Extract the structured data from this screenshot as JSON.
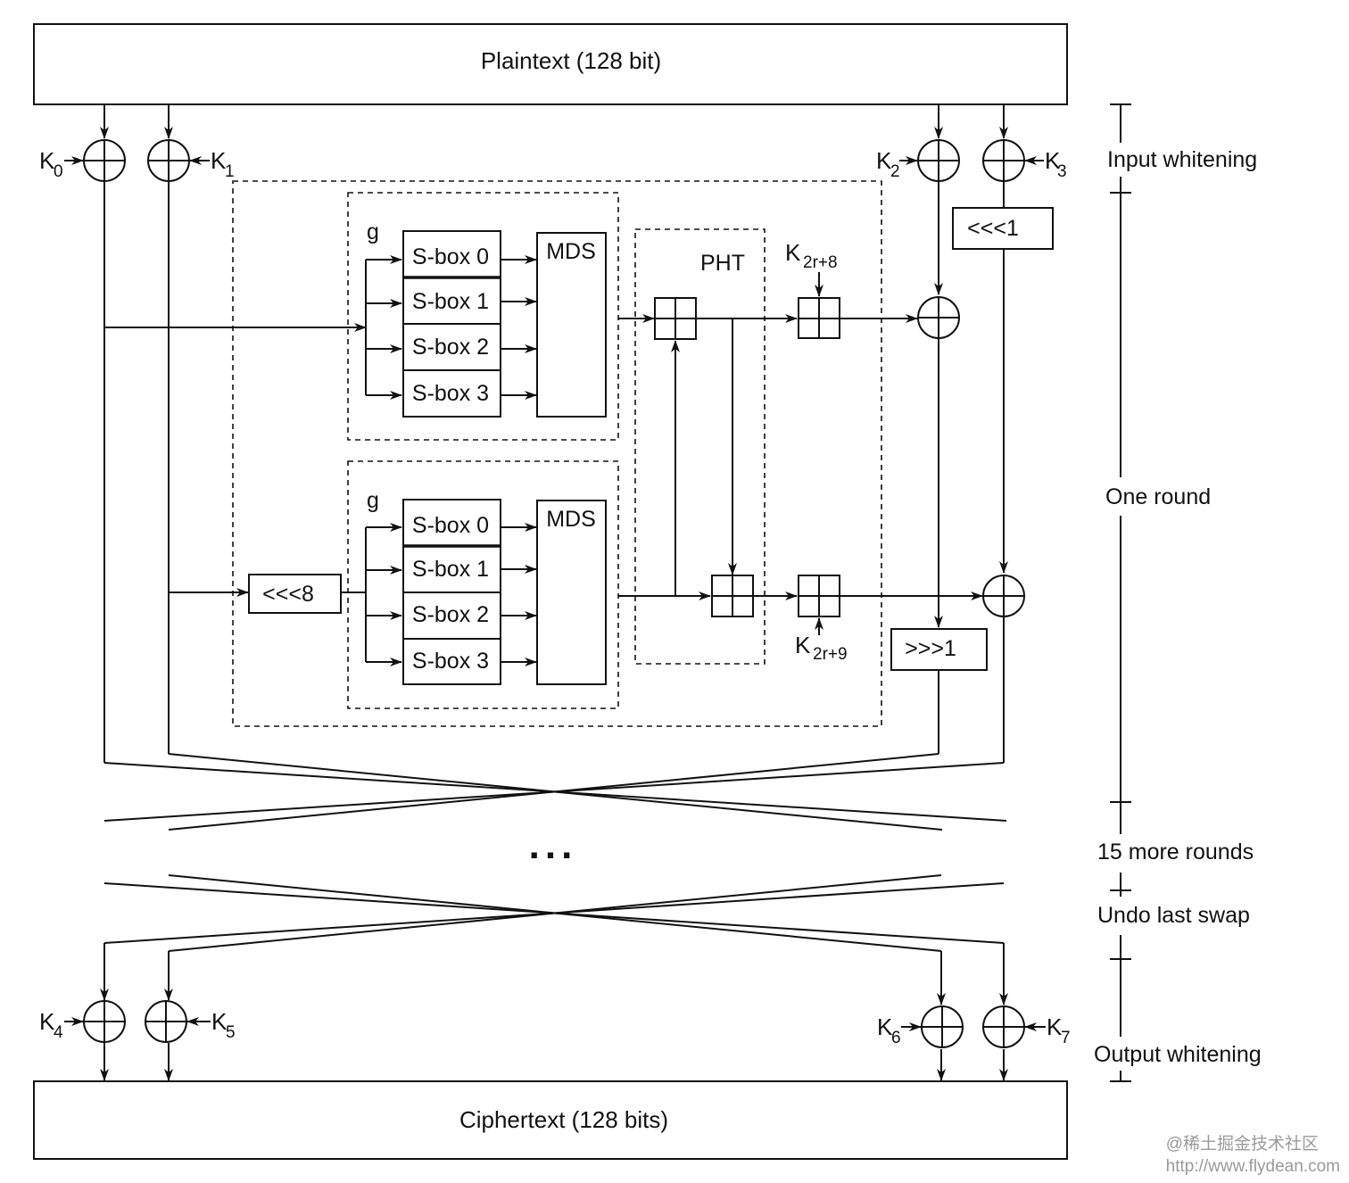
{
  "plaintext_label": "Plaintext (128 bit)",
  "ciphertext_label": "Ciphertext (128 bits)",
  "keys": {
    "k0": {
      "letter": "K",
      "sub": "0"
    },
    "k1": {
      "letter": "K",
      "sub": "1"
    },
    "k2": {
      "letter": "K",
      "sub": "2"
    },
    "k3": {
      "letter": "K",
      "sub": "3"
    },
    "k4": {
      "letter": "K",
      "sub": "4"
    },
    "k5": {
      "letter": "K",
      "sub": "5"
    },
    "k6": {
      "letter": "K",
      "sub": "6"
    },
    "k7": {
      "letter": "K",
      "sub": "7"
    },
    "k2r8": {
      "letter": "K",
      "sub": "2r+8"
    },
    "k2r9": {
      "letter": "K",
      "sub": "2r+9"
    }
  },
  "g_label": "g",
  "sboxes": [
    "S-box 0",
    "S-box 1",
    "S-box 2",
    "S-box 3"
  ],
  "mds_label": "MDS",
  "pht_label": "PHT",
  "rot_left_8": "<<<8",
  "rot_left_1": "<<<1",
  "rot_right_1": ">>>1",
  "ellipsis": "...",
  "stage_labels": {
    "input_whitening": "Input whitening",
    "one_round": "One round",
    "more_rounds": "15 more rounds",
    "undo_swap": "Undo last swap",
    "output_whitening": "Output whitening"
  },
  "watermark": {
    "line1": "@稀土掘金技术社区",
    "line2": "http://www.flydean.com"
  }
}
